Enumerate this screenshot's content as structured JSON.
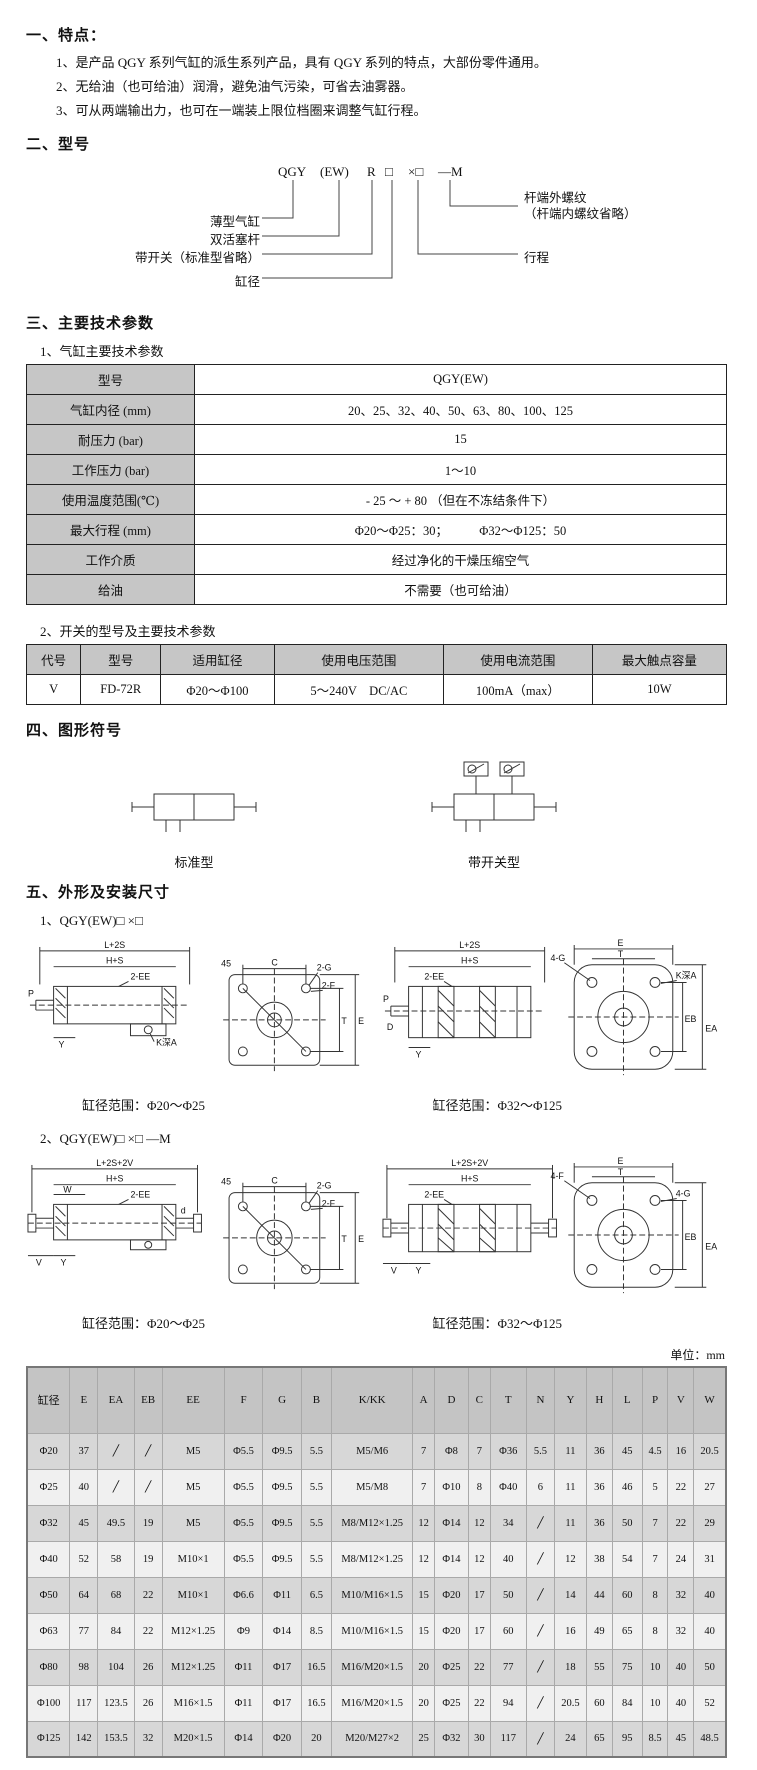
{
  "meta": {
    "unit_note": "单位：mm"
  },
  "features": {
    "title": "一、特点：",
    "items": [
      "1、是产品 QGY 系列气缸的派生系列产品，具有 QGY 系列的特点，大部份零件通用。",
      "2、无给油（也可给油）润滑，避免油气污染，可省去油雾器。",
      "3、可从两端输出力，也可在一端装上限位档圈来调整气缸行程。"
    ]
  },
  "model": {
    "title": "二、型号",
    "code_parts": [
      "QGY",
      "(EW)",
      "R",
      "□",
      "×□",
      "—M"
    ],
    "labels": {
      "thin": "薄型气缸",
      "double_rod": "双活塞杆",
      "switch": "带开关（标准型省略）",
      "bore": "缸径",
      "thread_line1": "杆端外螺纹",
      "thread_line2": "（杆端内螺纹省略）",
      "stroke": "行程"
    }
  },
  "tech": {
    "title": "三、主要技术参数",
    "t1_caption": "1、气缸主要技术参数",
    "t1": {
      "rows": [
        [
          "型号",
          "QGY(EW)"
        ],
        [
          "气缸内径 (mm)",
          "20、25、32、40、50、63、80、100、125"
        ],
        [
          "耐压力 (bar)",
          "15"
        ],
        [
          "工作压力 (bar)",
          "1～10"
        ],
        [
          "使用温度范围(℃)",
          "- 25 ～ + 80 （但在不冻结条件下）"
        ],
        [
          "最大行程 (mm)",
          "Φ20～Φ25：30；　　　Φ32～Φ125：50"
        ],
        [
          "工作介质",
          "经过净化的干燥压缩空气"
        ],
        [
          "给油",
          "不需要（也可给油）"
        ]
      ]
    },
    "t2_caption": "2、开关的型号及主要技术参数",
    "t2": {
      "head": [
        "代号",
        "型号",
        "适用缸径",
        "使用电压范围",
        "使用电流范围",
        "最大触点容量"
      ],
      "rows": [
        [
          "V",
          "FD-72R",
          "Φ20～Φ100",
          "5～240V　DC/AC",
          "100mA（max）",
          "10W"
        ]
      ]
    }
  },
  "symbols": {
    "title": "四、图形符号",
    "standard_caption": "标准型",
    "switch_caption": "带开关型"
  },
  "dims": {
    "title": "五、外形及安装尺寸",
    "sub1": "1、QGY(EW)□ ×□",
    "sub2": "2、QGY(EW)□ ×□ —M",
    "range_small": "缸径范围：Φ20～Φ25",
    "range_large": "缸径范围：Φ32～Φ125",
    "labels": {
      "l2s": "L+2S",
      "hs": "H+S",
      "l2s2v": "L+2S+2V",
      "ee2": "2-EE",
      "p": "P",
      "y": "Y",
      "v": "V",
      "w": "W",
      "d_big": "D",
      "d_small": "d",
      "deg45": "45",
      "c": "C",
      "g2": "2-G",
      "f2": "2-F",
      "t": "T",
      "e": "E",
      "ka": "K深A",
      "g4": "4-G",
      "f4": "4-F",
      "ea": "EA",
      "eb": "EB"
    }
  },
  "dim_table": {
    "head": [
      "缸径",
      "E",
      "EA",
      "EB",
      "EE",
      "F",
      "G",
      "B",
      "K/KK",
      "A",
      "D",
      "C",
      "T",
      "N",
      "Y",
      "H",
      "L",
      "P",
      "V",
      "W"
    ],
    "rows": [
      [
        "Φ20",
        "37",
        "╱",
        "╱",
        "M5",
        "Φ5.5",
        "Φ9.5",
        "5.5",
        "M5/M6",
        "7",
        "Φ8",
        "7",
        "Φ36",
        "5.5",
        "11",
        "36",
        "45",
        "4.5",
        "16",
        "20.5"
      ],
      [
        "Φ25",
        "40",
        "╱",
        "╱",
        "M5",
        "Φ5.5",
        "Φ9.5",
        "5.5",
        "M5/M8",
        "7",
        "Φ10",
        "8",
        "Φ40",
        "6",
        "11",
        "36",
        "46",
        "5",
        "22",
        "27"
      ],
      [
        "Φ32",
        "45",
        "49.5",
        "19",
        "M5",
        "Φ5.5",
        "Φ9.5",
        "5.5",
        "M8/M12×1.25",
        "12",
        "Φ14",
        "12",
        "34",
        "╱",
        "11",
        "36",
        "50",
        "7",
        "22",
        "29"
      ],
      [
        "Φ40",
        "52",
        "58",
        "19",
        "M10×1",
        "Φ5.5",
        "Φ9.5",
        "5.5",
        "M8/M12×1.25",
        "12",
        "Φ14",
        "12",
        "40",
        "╱",
        "12",
        "38",
        "54",
        "7",
        "24",
        "31"
      ],
      [
        "Φ50",
        "64",
        "68",
        "22",
        "M10×1",
        "Φ6.6",
        "Φ11",
        "6.5",
        "M10/M16×1.5",
        "15",
        "Φ20",
        "17",
        "50",
        "╱",
        "14",
        "44",
        "60",
        "8",
        "32",
        "40"
      ],
      [
        "Φ63",
        "77",
        "84",
        "22",
        "M12×1.25",
        "Φ9",
        "Φ14",
        "8.5",
        "M10/M16×1.5",
        "15",
        "Φ20",
        "17",
        "60",
        "╱",
        "16",
        "49",
        "65",
        "8",
        "32",
        "40"
      ],
      [
        "Φ80",
        "98",
        "104",
        "26",
        "M12×1.25",
        "Φ11",
        "Φ17",
        "16.5",
        "M16/M20×1.5",
        "20",
        "Φ25",
        "22",
        "77",
        "╱",
        "18",
        "55",
        "75",
        "10",
        "40",
        "50"
      ],
      [
        "Φ100",
        "117",
        "123.5",
        "26",
        "M16×1.5",
        "Φ11",
        "Φ17",
        "16.5",
        "M16/M20×1.5",
        "20",
        "Φ25",
        "22",
        "94",
        "╱",
        "20.5",
        "60",
        "84",
        "10",
        "40",
        "52"
      ],
      [
        "Φ125",
        "142",
        "153.5",
        "32",
        "M20×1.5",
        "Φ14",
        "Φ20",
        "20",
        "M20/M27×2",
        "25",
        "Φ32",
        "30",
        "117",
        "╱",
        "24",
        "65",
        "95",
        "8.5",
        "45",
        "48.5"
      ]
    ]
  }
}
